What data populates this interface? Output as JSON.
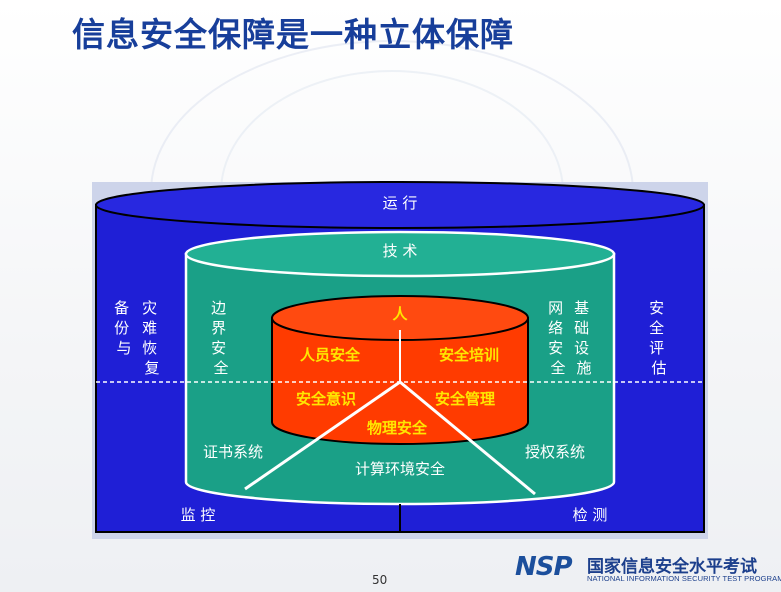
{
  "title": "信息安全保障是一种立体保障",
  "page_number": "50",
  "outer": {
    "top": "运 行",
    "left_col1": [
      "备",
      "份",
      "与"
    ],
    "left_col2": [
      "灾",
      "难",
      "恢",
      "复"
    ],
    "right_col": [
      "安",
      "全",
      "评",
      "估"
    ],
    "bottom_left": "监 控",
    "bottom_right": "检 测"
  },
  "middle": {
    "top": "技 术",
    "left_col": [
      "边",
      "界",
      "安",
      "全"
    ],
    "right_col1": [
      "网",
      "络",
      "安",
      "全"
    ],
    "right_col2": [
      "基",
      "础",
      "设",
      "施"
    ],
    "cert": "证书系统",
    "auth": "授权系统",
    "env": "计算环境安全"
  },
  "inner": {
    "top": "人",
    "tl": "人员安全",
    "tr": "安全培训",
    "bl": "安全意识",
    "br": "安全管理",
    "bottom": "物理安全"
  },
  "logo": {
    "mark": "NSP",
    "cn": "国家信息安全水平考试",
    "en": "NATIONAL INFORMATION SECURITY TEST PROGRAM"
  },
  "colors": {
    "title": "#173e9a",
    "outer_fill": "#1f1fd6",
    "middle_fill": "#1aa087",
    "inner_fill": "#ff3b00",
    "inner_text": "#ffe600"
  }
}
